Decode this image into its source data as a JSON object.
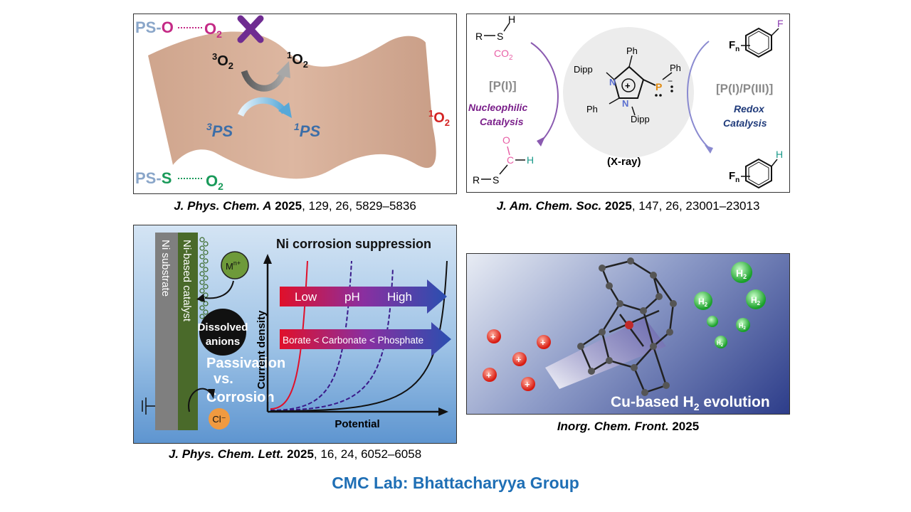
{
  "colors": {
    "accent_blue": "#1f6fb5",
    "o2_magenta": "#c42a86",
    "s_green": "#1a9a5a"
  },
  "panel1": {
    "ps_o": "PS-O",
    "o2": "O",
    "o2_sub": "2",
    "ps_s": "PS-S",
    "triplet_o2": "O",
    "singlet_o2": "O",
    "sup3": "3",
    "sup1": "1",
    "triplet_ps": "PS",
    "singlet_ps": "PS"
  },
  "panel2": {
    "thiol_r": "R",
    "thiol_s": "S",
    "thiol_h": "H",
    "co2": "CO",
    "co2_sub": "2",
    "pi_cat": "[P(I)]",
    "nucleophilic": "Nucleophilic",
    "catalysis1": "Catalysis",
    "thio_o": "O",
    "thio_c": "C",
    "thio_h": "H",
    "thio_r": "R",
    "thio_s": "S",
    "dipp1": "Dipp",
    "dipp2": "Dipp",
    "ph1": "Ph",
    "ph2": "Ph",
    "ph3": "Ph",
    "n1": "N",
    "n2": "N",
    "p": "P",
    "plus": "+",
    "minus": "−",
    "xray": "(X-ray)",
    "fn": "F",
    "fn_sub": "n",
    "f": "F",
    "h": "H",
    "pi_piii": "[P(I)/P(III)]",
    "redox": "Redox",
    "catalysis2": "Catalysis"
  },
  "panel3": {
    "ni_substrate": "Ni substrate",
    "ni_catalyst": "Ni-based catalyst",
    "title": "Ni corrosion suppression",
    "mn": "M",
    "mn_sup": "n+",
    "dissolved": "Dissolved",
    "anions": "anions",
    "low": "Low",
    "ph": "pH",
    "high": "High",
    "anion_order": "Borate < Carbonate < Phosphate",
    "passivation": "Passivation",
    "vs": "vs.",
    "corrosion": "Corrosion",
    "cl": "Cl⁻",
    "ylabel": "Current density",
    "xlabel": "Potential"
  },
  "panel4": {
    "h2": "H",
    "h2_sub": "2",
    "plus": "+",
    "banner": "Cu-based H",
    "banner_sub": "2",
    "banner_end": " evolution"
  },
  "captions": {
    "c1_journal": "J. Phys. Chem. A",
    "c1_year": "2025",
    "c1_rest": ", 129, 26, 5829–5836",
    "c2_journal": "J. Am. Chem. Soc.",
    "c2_year": "2025",
    "c2_rest": ", 147, 26, 23001–23013",
    "c3_journal": "J. Phys. Chem. Lett.",
    "c3_year": "2025",
    "c3_rest": ", 16, 24, 6052–6058",
    "c4_journal": "Inorg. Chem. Front.",
    "c4_year": "2025"
  },
  "footer": "CMC Lab: Bhattacharyya Group"
}
